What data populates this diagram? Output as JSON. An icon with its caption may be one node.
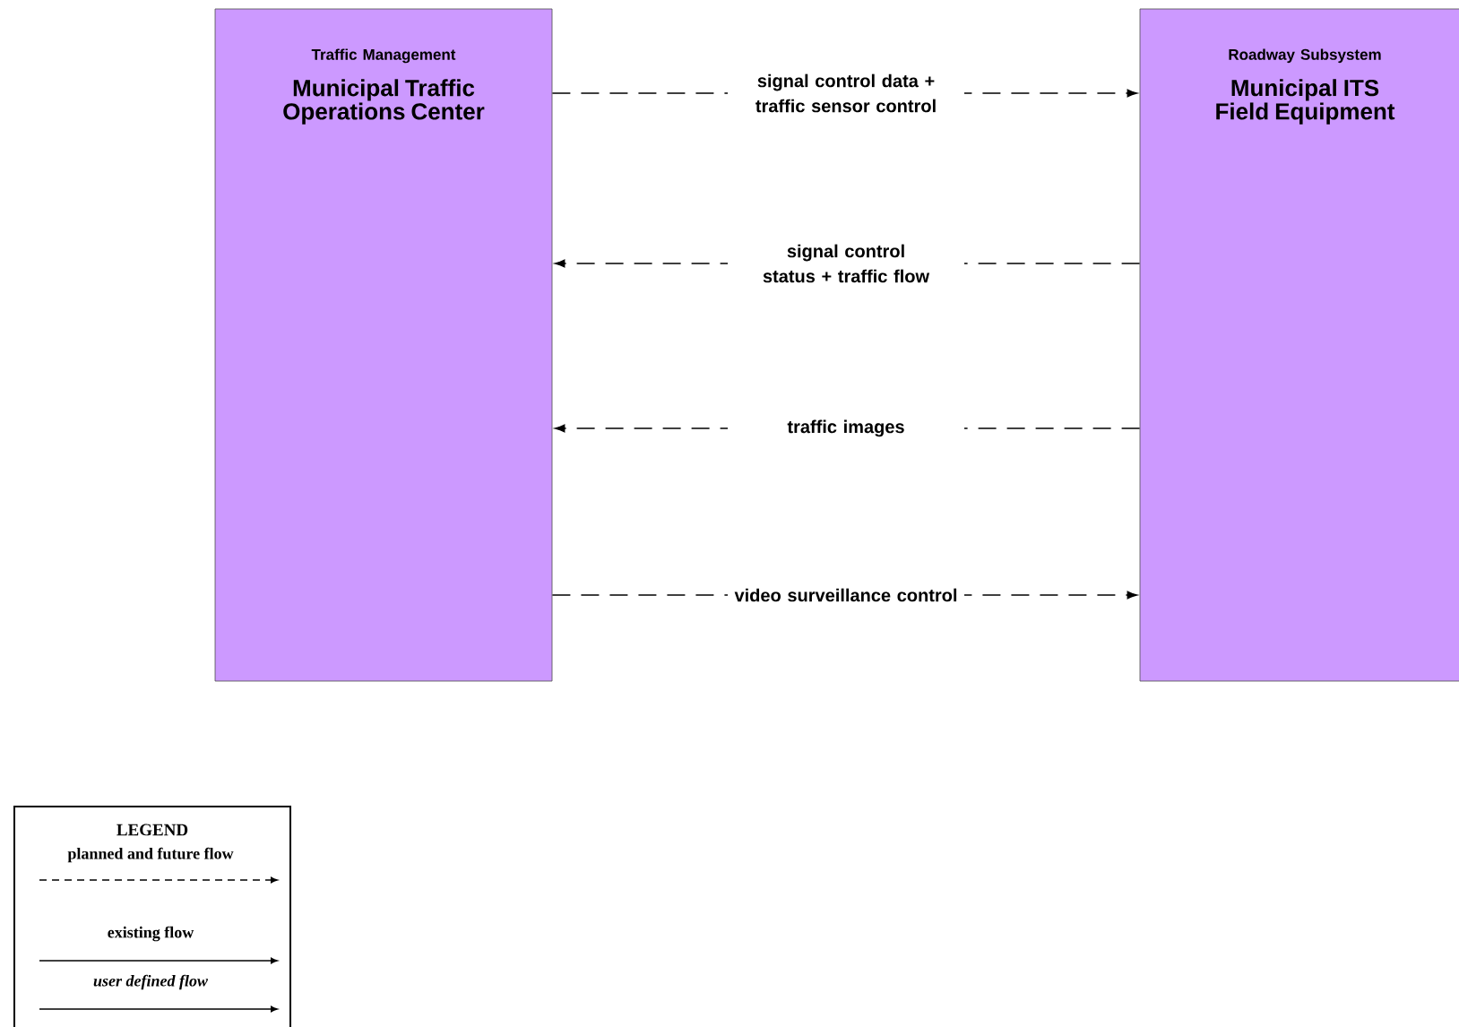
{
  "diagram": {
    "nodes": [
      {
        "text": [
          "Traffic Management",
          "Municipal Traffic Operations Center"
        ]
      },
      {
        "text": [
          "Roadway Subsystem",
          "Municipal ITS Field Equipment"
        ]
      }
    ],
    "edges": [
      {
        "from": 0,
        "to": 1,
        "arrow": "to",
        "style": "dashed",
        "label": "signal control data + traffic sensor control"
      },
      {
        "from": 1,
        "to": 0,
        "arrow": "to",
        "style": "dashed",
        "label": "signal control status + traffic flow"
      },
      {
        "from": 1,
        "to": 0,
        "arrow": "to",
        "style": "dashed",
        "label": "traffic images"
      },
      {
        "from": 0,
        "to": 1,
        "arrow": "to",
        "style": "dashed",
        "label": "video surveillance control"
      }
    ],
    "labels": [
      "LEGEND"
    ],
    "legend": [
      {
        "text": "planned and future flow"
      },
      {
        "text": "existing flow"
      },
      {
        "text": "*user defined flow*"
      }
    ]
  }
}
